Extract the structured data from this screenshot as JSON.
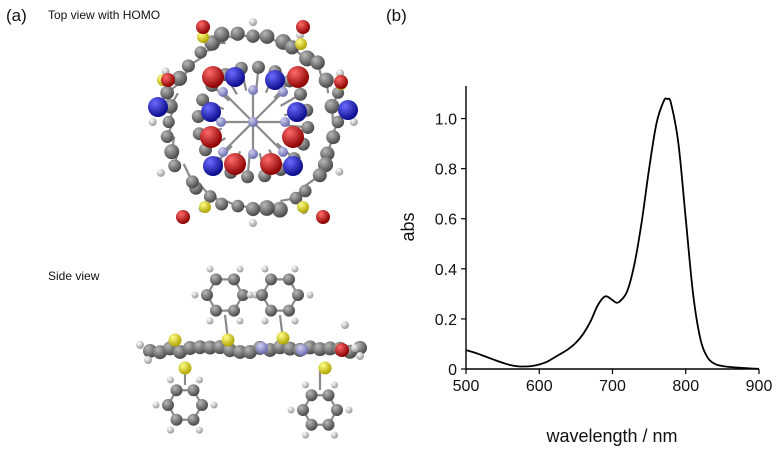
{
  "panels": {
    "a_label": "(a)",
    "b_label": "(b)"
  },
  "molecule": {
    "top_caption": "Top view with HOMO",
    "side_caption": "Side view"
  },
  "chart_data": {
    "type": "line",
    "title": "",
    "xlabel": "wavelength / nm",
    "ylabel": "abs",
    "xlim": [
      500,
      900
    ],
    "ylim": [
      0,
      1.13
    ],
    "xticks": [
      500,
      600,
      700,
      800,
      900
    ],
    "yticks": [
      0,
      0.2,
      0.4,
      0.6,
      0.8,
      1.0
    ],
    "ytick_labels": [
      "0",
      "0.2",
      "0.4",
      "0.6",
      "0.8",
      "1.0"
    ],
    "grid": false,
    "series": [
      {
        "color": "#000000",
        "x": [
          500,
          510,
          520,
          530,
          540,
          550,
          560,
          570,
          580,
          590,
          600,
          610,
          620,
          630,
          640,
          650,
          660,
          670,
          680,
          690,
          700,
          705,
          710,
          720,
          730,
          740,
          750,
          760,
          770,
          775,
          780,
          790,
          800,
          810,
          820,
          830,
          840,
          850,
          860,
          870,
          880,
          890,
          900
        ],
        "y": [
          0.075,
          0.067,
          0.057,
          0.046,
          0.035,
          0.025,
          0.016,
          0.011,
          0.01,
          0.012,
          0.018,
          0.028,
          0.045,
          0.062,
          0.08,
          0.105,
          0.14,
          0.19,
          0.255,
          0.29,
          0.275,
          0.265,
          0.27,
          0.31,
          0.42,
          0.59,
          0.8,
          0.98,
          1.07,
          1.078,
          1.06,
          0.9,
          0.6,
          0.3,
          0.12,
          0.045,
          0.02,
          0.012,
          0.008,
          0.006,
          0.004,
          0.002,
          0.001
        ]
      }
    ]
  }
}
